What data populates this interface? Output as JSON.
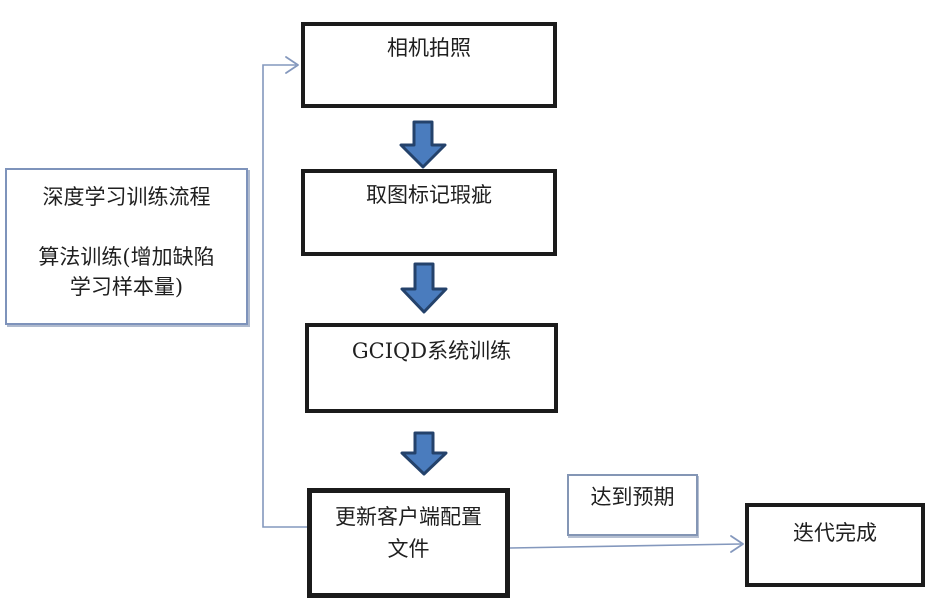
{
  "colors": {
    "background": "#ffffff",
    "node_border": "#1b1b1b",
    "block_arrow_fill": "#4a7cbe",
    "block_arrow_border": "#24426b",
    "connector_line": "#8498bd",
    "panel_border": "#7e93bb"
  },
  "nodes": {
    "side_panel": {
      "line1": "深度学习训练流程",
      "line2": "算法训练(增加缺陷",
      "line3": "学习样本量)"
    },
    "camera": "相机拍照",
    "mark_defects": "取图标记瑕疵",
    "system_training": "GCIQD系统训练",
    "update_config": {
      "line1": "更新客户端配置",
      "line2": "文件"
    },
    "condition_label": "达到预期",
    "iteration_done": "迭代完成"
  }
}
